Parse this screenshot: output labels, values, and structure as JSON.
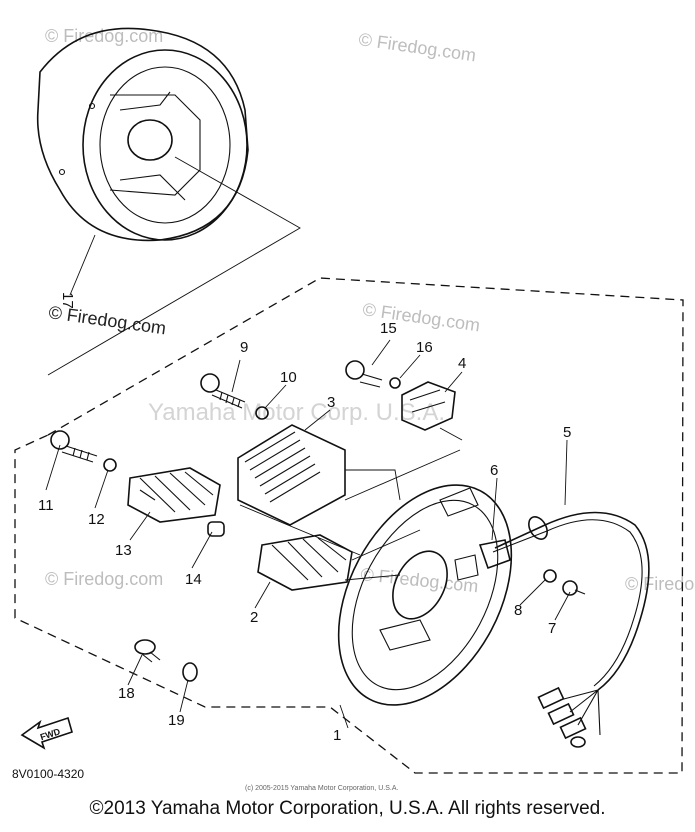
{
  "watermarks": {
    "top_left": "© Firedog.com",
    "top_right": "© Firedog.com",
    "mid_left": "© Firedog.com",
    "mid_right": "© Firedog.com",
    "low_left": "© Firedog.com",
    "low_mid": "© Firedog.com",
    "low_right": "© Firedog.com",
    "center": "Yamaha Motor Corp. U.S.A."
  },
  "part_numbers": {
    "p1": "1",
    "p2": "2",
    "p3": "3",
    "p4": "4",
    "p5": "5",
    "p6": "6",
    "p7": "7",
    "p8": "8",
    "p9": "9",
    "p10": "10",
    "p11": "11",
    "p12": "12",
    "p13": "13",
    "p14": "14",
    "p15": "15",
    "p16": "16",
    "p17": "17",
    "p18": "18",
    "p19": "19"
  },
  "fwd_label": "FWD",
  "diagram_code": "8V0100-4320",
  "small_copyright": "(c) 2005-2015 Yamaha Motor Corporation, U.S.A.",
  "footer": "©2013 Yamaha Motor Corporation, U.S.A. All rights reserved."
}
